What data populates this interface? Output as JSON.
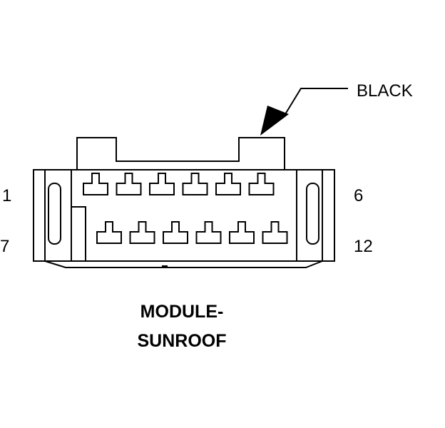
{
  "connector": {
    "wire_color_label": "BLACK",
    "caption_line1": "MODULE-",
    "caption_line2": "SUNROOF",
    "pin_labels": {
      "top_left": "1",
      "top_right": "6",
      "bottom_left": "7",
      "bottom_right": "12"
    },
    "pins_top_row": 6,
    "pins_bottom_row": 6,
    "stroke_color": "#000000"
  }
}
